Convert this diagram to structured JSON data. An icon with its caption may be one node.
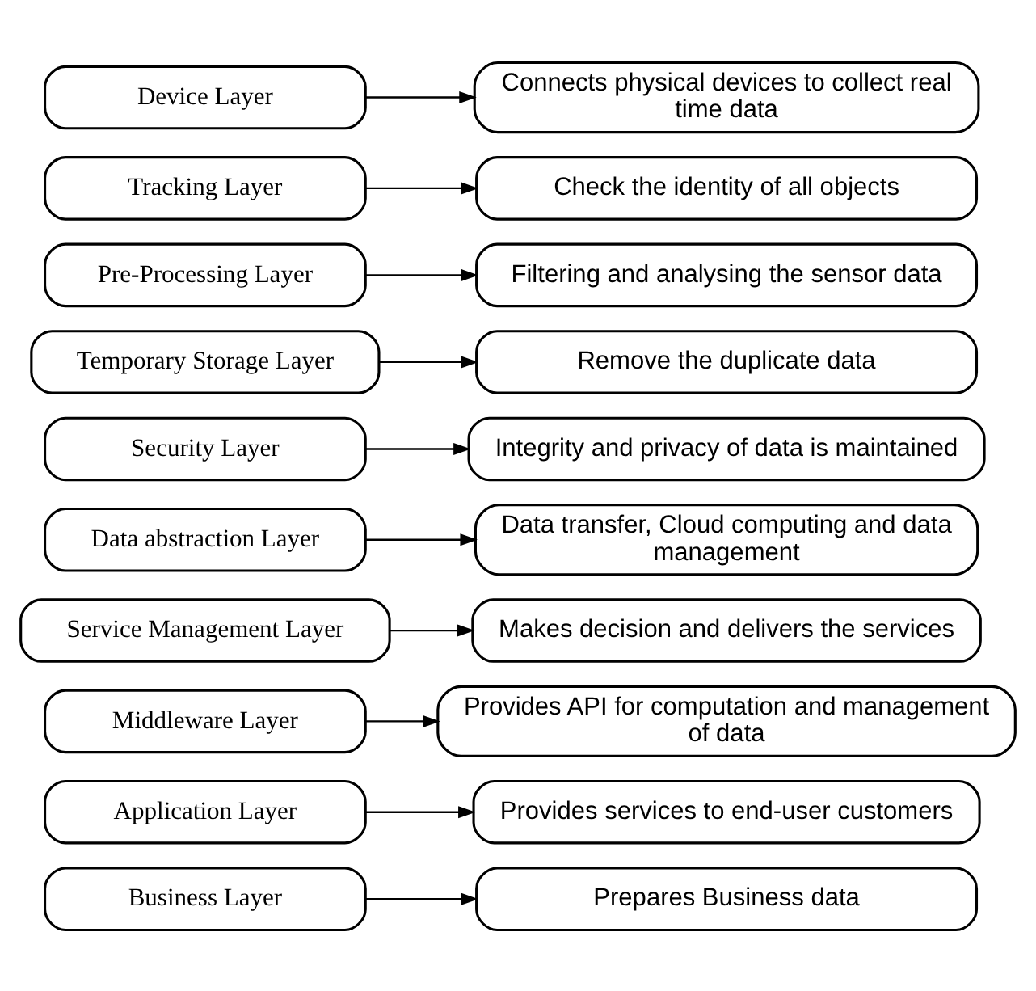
{
  "diagram": {
    "nodes": [
      {
        "text": [
          "Business Layer"
        ]
      },
      {
        "text": [
          "Prepares Business data"
        ]
      },
      {
        "text": [
          "Application Layer"
        ]
      },
      {
        "text": [
          "Provides services to end-user customers"
        ]
      },
      {
        "text": [
          "Middleware Layer"
        ]
      },
      {
        "text": [
          "Provides API for computation and management of data"
        ]
      },
      {
        "text": [
          "Service Management Layer"
        ]
      },
      {
        "text": [
          "Makes decision and delivers the services"
        ]
      },
      {
        "text": [
          "Data abstraction Layer"
        ]
      },
      {
        "text": [
          "Data transfer, Cloud computing and data management"
        ]
      },
      {
        "text": [
          "Security Layer"
        ]
      },
      {
        "text": [
          "Integrity and privacy of data is maintained"
        ]
      },
      {
        "text": [
          "Temporary Storage Layer"
        ]
      },
      {
        "text": [
          "Remove the duplicate data"
        ]
      },
      {
        "text": [
          "Pre-Processing Layer"
        ]
      },
      {
        "text": [
          "Filtering and analysing the sensor data"
        ]
      },
      {
        "text": [
          "Tracking Layer"
        ]
      },
      {
        "text": [
          "Check the identity of all objects"
        ]
      },
      {
        "text": [
          "Device Layer"
        ]
      },
      {
        "text": [
          "Connects physical devices to collect real time data"
        ]
      }
    ],
    "edges": [
      {
        "from": 0,
        "to": 1,
        "arrow": "to"
      },
      {
        "from": 2,
        "to": 3,
        "arrow": "to"
      },
      {
        "from": 4,
        "to": 5,
        "arrow": "to"
      },
      {
        "from": 6,
        "to": 7,
        "arrow": "to"
      },
      {
        "from": 8,
        "to": 9,
        "arrow": "to"
      },
      {
        "from": 10,
        "to": 11,
        "arrow": "to"
      },
      {
        "from": 12,
        "to": 13,
        "arrow": "to"
      },
      {
        "from": 14,
        "to": 15,
        "arrow": "to"
      },
      {
        "from": 16,
        "to": 17,
        "arrow": "to"
      },
      {
        "from": 18,
        "to": 19,
        "arrow": "to"
      }
    ]
  }
}
